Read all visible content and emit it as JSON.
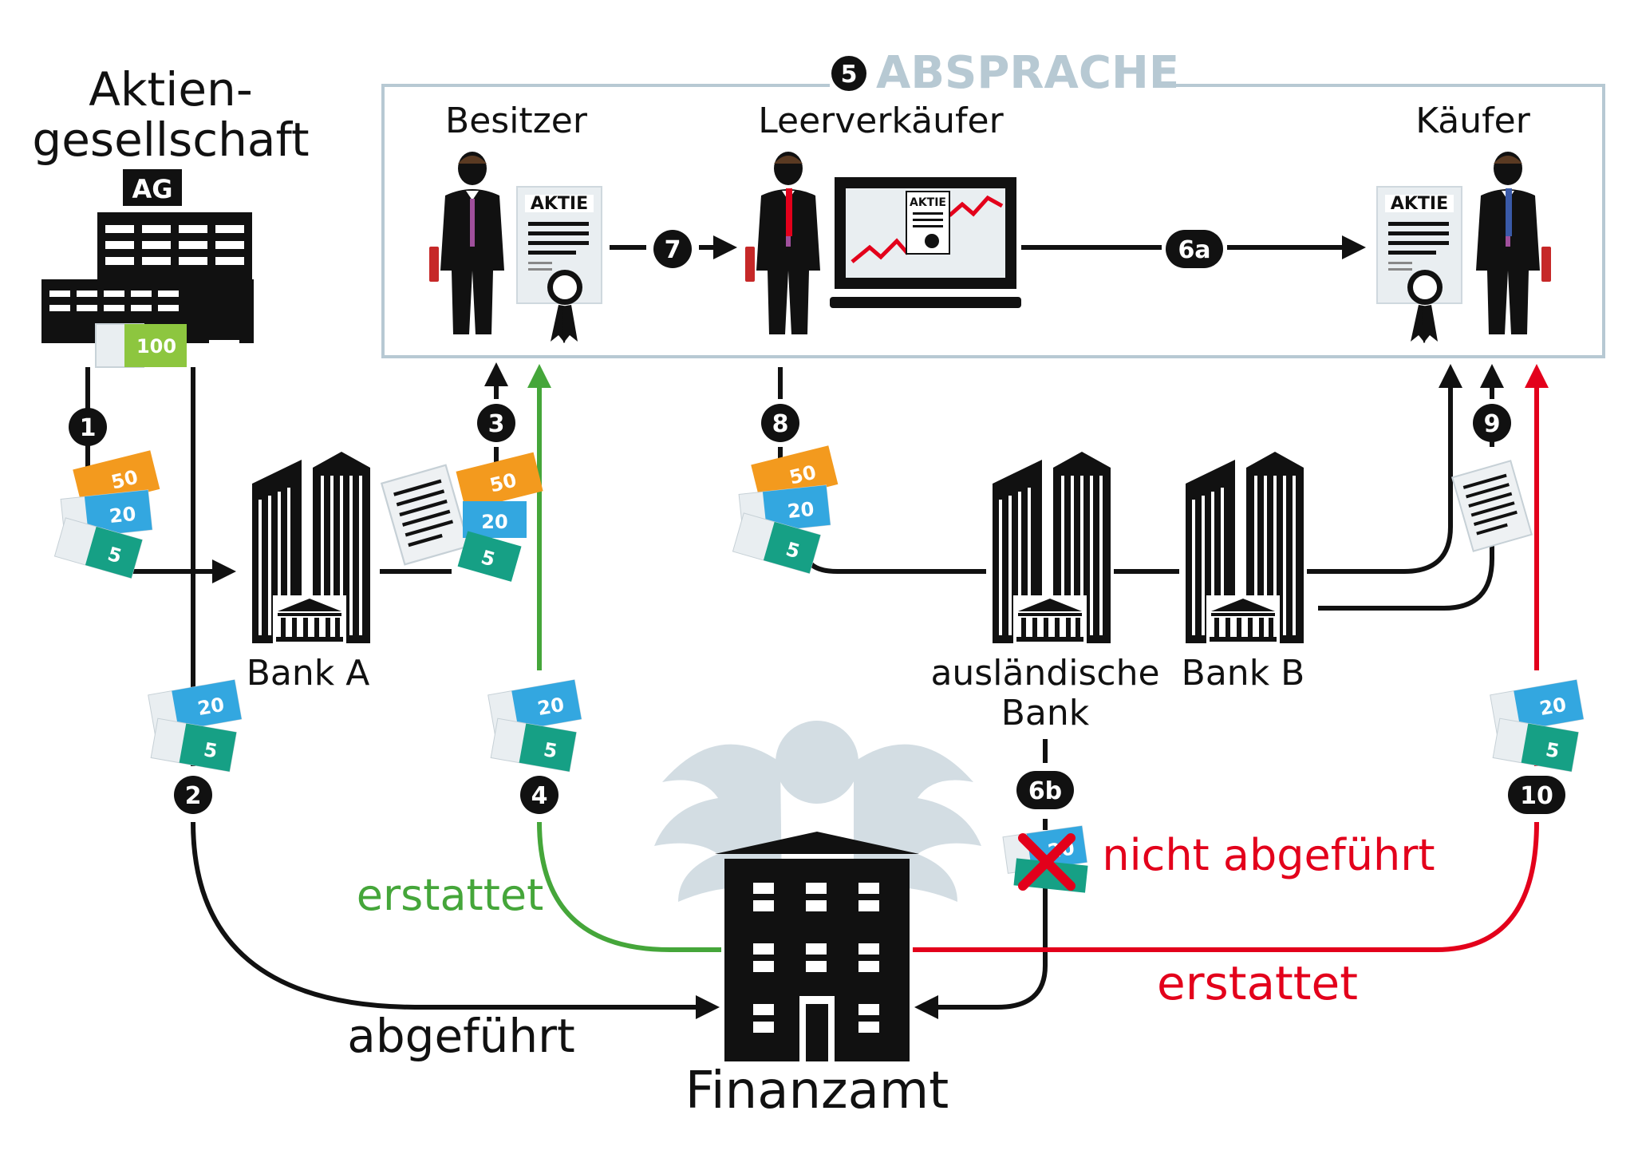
{
  "colors": {
    "ink": "#111111",
    "green": "#45a63a",
    "red": "#e3001b",
    "frame": "#b7c9d3",
    "absprache": "#b7c9d3",
    "eagle": "#d3dde3",
    "note_50": "#f39a1e",
    "note_20": "#33a7e0",
    "note_5": "#16a085",
    "note_100": "#8dc63f"
  },
  "company": {
    "title_line1": "Aktien-",
    "title_line2": "gesellschaft",
    "sign": "AG",
    "banknote_100": "100"
  },
  "agreement": {
    "number": "5",
    "label": "ABSPRACHE"
  },
  "people": {
    "owner": "Besitzer",
    "short_seller": "Leerverkäufer",
    "buyer": "Käufer"
  },
  "certificate_label": "AKTIE",
  "banks": {
    "bank_a": "Bank A",
    "foreign_line1": "ausländische",
    "foreign_line2": "Bank",
    "bank_b": "Bank B"
  },
  "tax_office": "Finanzamt",
  "flows": {
    "paid": "abgeführt",
    "refunded_green": "erstattet",
    "refunded_red": "erstattet",
    "not_paid": "nicht abgeführt"
  },
  "steps": [
    "1",
    "2",
    "3",
    "4",
    "6a",
    "6b",
    "7",
    "8",
    "9",
    "10"
  ],
  "notes": {
    "n50": "50",
    "n20": "20",
    "n5": "5"
  },
  "icons": [
    "businessman-icon",
    "certificate-icon",
    "laptop-icon",
    "bank-building-icon",
    "office-building-icon",
    "eagle-icon",
    "banknote-icon",
    "document-icon",
    "cross-icon"
  ]
}
